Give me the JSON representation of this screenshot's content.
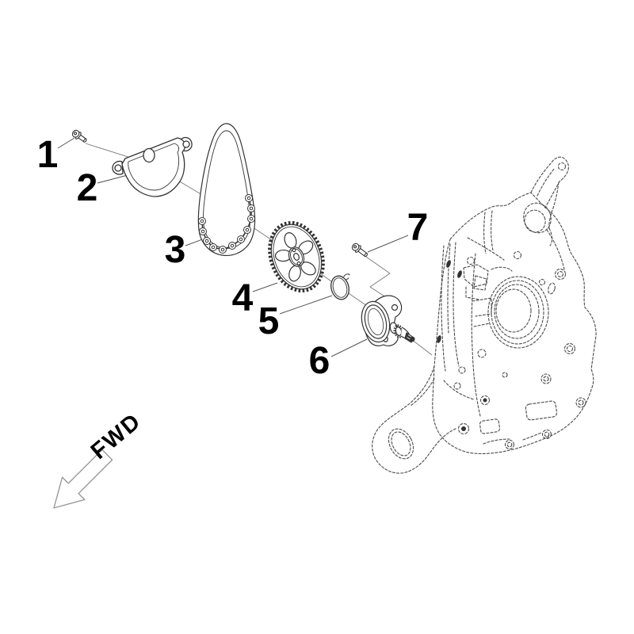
{
  "diagram": {
    "kind": "exploded-parts-diagram",
    "background": "#ffffff",
    "part_line_color": "#333333",
    "case_line_color": "#4a4a4a",
    "leader_line_color": "#555555",
    "label_color": "#000000",
    "arrow_outline_color": "#9a9a9a",
    "part_labels": [
      {
        "number": "1"
      },
      {
        "number": "2"
      },
      {
        "number": "3"
      },
      {
        "number": "4"
      },
      {
        "number": "5"
      },
      {
        "number": "6"
      },
      {
        "number": "7"
      }
    ],
    "direction_arrow": {
      "label": "FWD"
    }
  }
}
